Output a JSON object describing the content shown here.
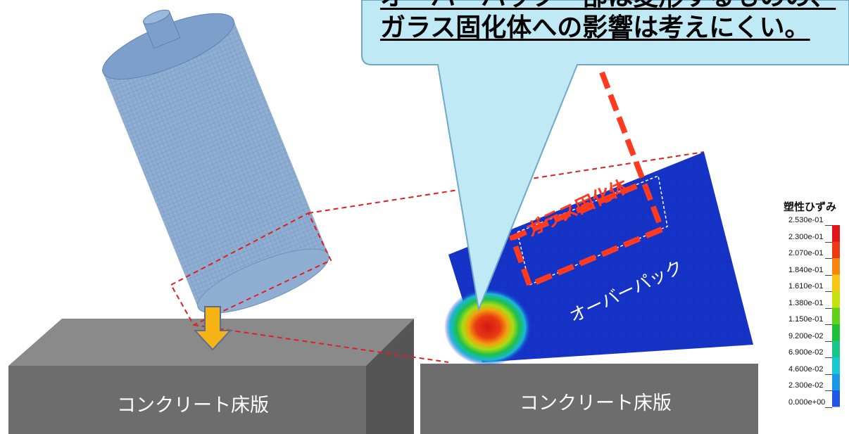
{
  "callout": {
    "line1": "オーバーパック一部は変形するものの、",
    "line2": "ガラス固化体への影響は考えにくい。"
  },
  "labels": {
    "slab_left": "コンクリート床版",
    "slab_right": "コンクリート床版",
    "vitrified_body": "ガラス固化体",
    "overpack": "オーバーパック"
  },
  "legend": {
    "title": "塑性ひずみ",
    "entries": [
      {
        "label": "2.530e-01",
        "color": "#e0161b"
      },
      {
        "label": "2.300e-01",
        "color": "#ee3a12"
      },
      {
        "label": "2.070e-01",
        "color": "#f7850e"
      },
      {
        "label": "1.840e-01",
        "color": "#f5c712"
      },
      {
        "label": "1.610e-01",
        "color": "#c8e00f"
      },
      {
        "label": "1.380e-01",
        "color": "#5fd219"
      },
      {
        "label": "1.150e-01",
        "color": "#1fbf3a"
      },
      {
        "label": "9.200e-02",
        "color": "#19c48a"
      },
      {
        "label": "6.900e-02",
        "color": "#19c9cf"
      },
      {
        "label": "4.600e-02",
        "color": "#1a98e8"
      },
      {
        "label": "2.300e-02",
        "color": "#1f56e6"
      },
      {
        "label": "0.000e+00",
        "color": "#1a20c8"
      }
    ]
  },
  "colors": {
    "callout_fill": "#bfeaf5",
    "callout_border": "#6fa8c8",
    "slab_front": "#6d6d6d",
    "slab_top": "#8a8a8a",
    "overpack_blue": "#1633c7",
    "arrow_fill": "#f5b315",
    "dashed_red": "#e02020",
    "highlight_red": "#ff3a1f"
  }
}
